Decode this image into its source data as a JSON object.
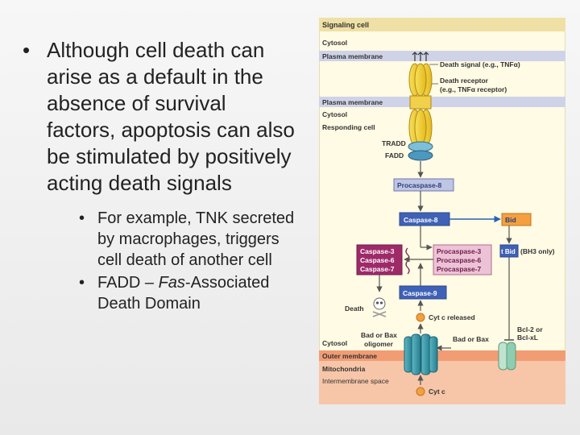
{
  "slide": {
    "bullet_main": "Although cell death can arise as a default in the absence of survival factors, apoptosis can also be stimulated by positively acting death signals",
    "sub_bullets": [
      "For example, TNK secreted by macrophages, triggers cell death of another cell",
      {
        "pre": "FADD – ",
        "em": "Fas",
        "post": "-Associated Death Domain"
      }
    ]
  },
  "figure": {
    "signaling_cell": "Signaling cell",
    "cytosol_top": "Cytosol",
    "plasma_membrane_1": "Plasma membrane",
    "death_signal": "Death signal (e.g., TNFα)",
    "death_receptor_1": "Death receptor",
    "death_receptor_2": "(e.g., TNFα receptor)",
    "plasma_membrane_2": "Plasma membrane",
    "cytosol_2": "Cytosol",
    "responding_cell": "Responding cell",
    "tradd": "TRADD",
    "fadd": "FADD",
    "procaspase8": "Procaspase-8",
    "caspase8": "Caspase-8",
    "bid": "Bid",
    "tbid": "t Bid",
    "bh3_only": "(BH3 only)",
    "caspases_active": [
      "Caspase-3",
      "Caspase-6",
      "Caspase-7"
    ],
    "procaspases": [
      "Procaspase-3",
      "Procaspase-6",
      "Procaspase-7"
    ],
    "caspase9": "Caspase-9",
    "death": "Death",
    "cytc_released": "Cyt c released",
    "bad_bax_oligomer_1": "Bad or Bax",
    "bad_bax_oligomer_2": "oligomer",
    "bad_or_bax": "Bad or Bax",
    "bcl2_1": "Bcl-2 or",
    "bcl2_2": "Bcl-xL",
    "cytosol_3": "Cytosol",
    "outer_membrane": "Outer membrane",
    "mitochondria": "Mitochondria",
    "intermembrane_space": "Intermembrane space",
    "cytc": "Cyt c"
  }
}
